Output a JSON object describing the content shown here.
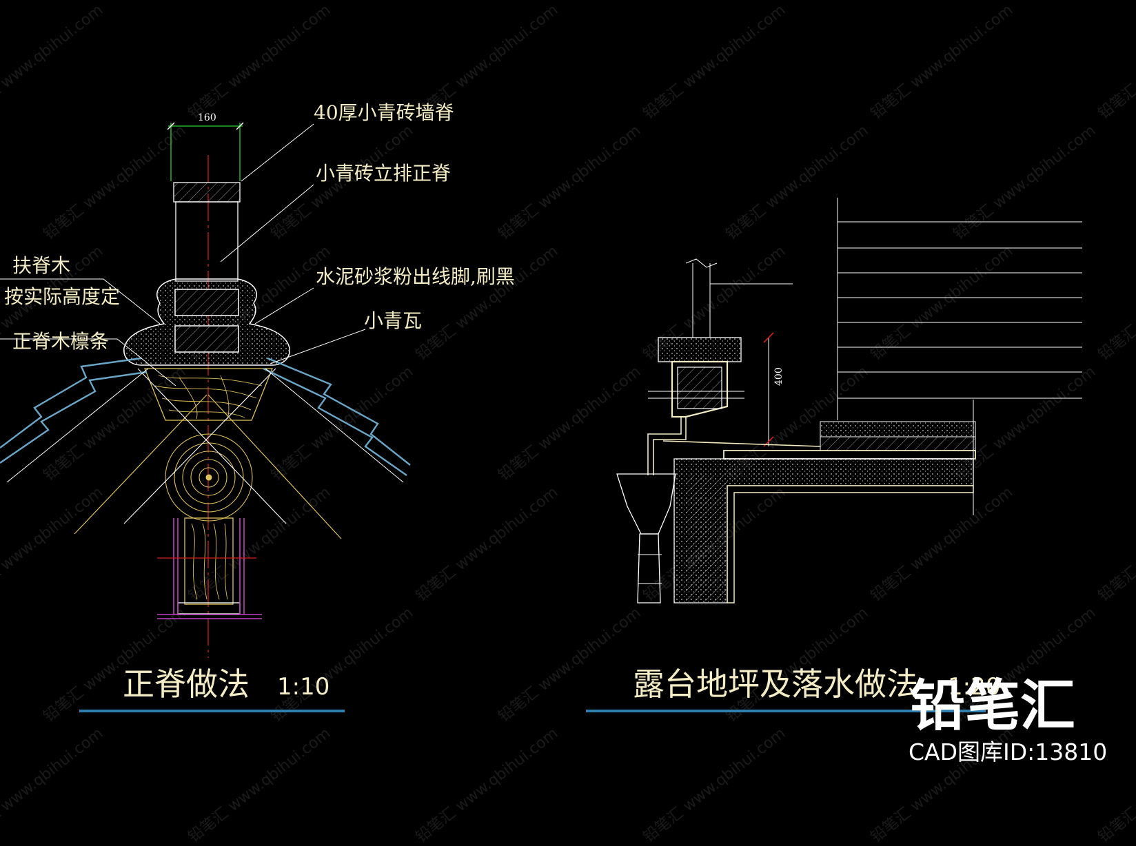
{
  "left_detail": {
    "dimension": "160",
    "labels": {
      "wall_ridge": "40厚小青砖墙脊",
      "upright_ridge": "小青砖立排正脊",
      "mortar_line": "水泥砂浆粉出线脚,刷黑",
      "small_tile": "小青瓦",
      "support_wood_1": "扶脊木",
      "support_wood_2": "按实际高度定",
      "ridge_purlin": "正脊木檩条"
    },
    "title": "正脊做法",
    "scale": "1:10"
  },
  "right_detail": {
    "dimension": "400",
    "title": "露台地坪及落水做法",
    "scale": "1:20"
  },
  "watermark": {
    "brand": "铅笔汇",
    "id_text": "CAD图库ID:13810",
    "background_text": "铅笔汇 www.qbihui.com"
  },
  "colors": {
    "background": "#000000",
    "text": "#f3ecc4",
    "underline": "#2f7fb0",
    "tile": "#6aa6c8",
    "wood": "#e0c25a",
    "dimension": "#2fd02f",
    "centerline": "#d02020",
    "bracket": "#c040c0"
  }
}
